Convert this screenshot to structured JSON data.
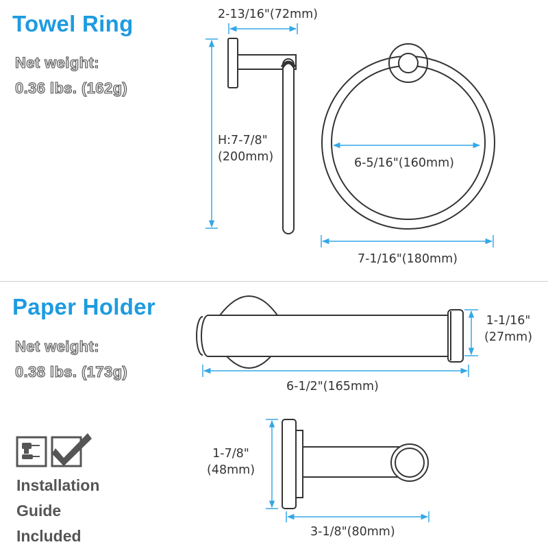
{
  "towel_ring": {
    "title": "Towel Ring",
    "weight_label": "Net weight:",
    "weight_value": "0.36 lbs. (162g)",
    "dim_depth": "2-13/16\"(72mm)",
    "dim_height_1": "H:7-7/8\"",
    "dim_height_2": "(200mm)",
    "dim_inner": "6-5/16\"(160mm)",
    "dim_outer": "7-1/16\"(180mm)"
  },
  "paper_holder": {
    "title": "Paper Holder",
    "weight_label": "Net weight:",
    "weight_value": "0.38 lbs. (173g)",
    "dim_length": "6-1/2\"(165mm)",
    "dim_end_1": "1-1/16\"",
    "dim_end_2": "(27mm)",
    "dim_base_1": "1-7/8\"",
    "dim_base_2": "(48mm)",
    "dim_projection": "3-1/8\"(80mm)"
  },
  "installation": {
    "line1": "Installation",
    "line2": "Guide",
    "line3": "Included",
    "tool_icon": "drill-screwdriver-icon",
    "check_icon": "checkmark-box-icon"
  },
  "colors": {
    "accent": "#1e9be0",
    "dimension_line": "#35a7e8",
    "outline": "#333333"
  }
}
